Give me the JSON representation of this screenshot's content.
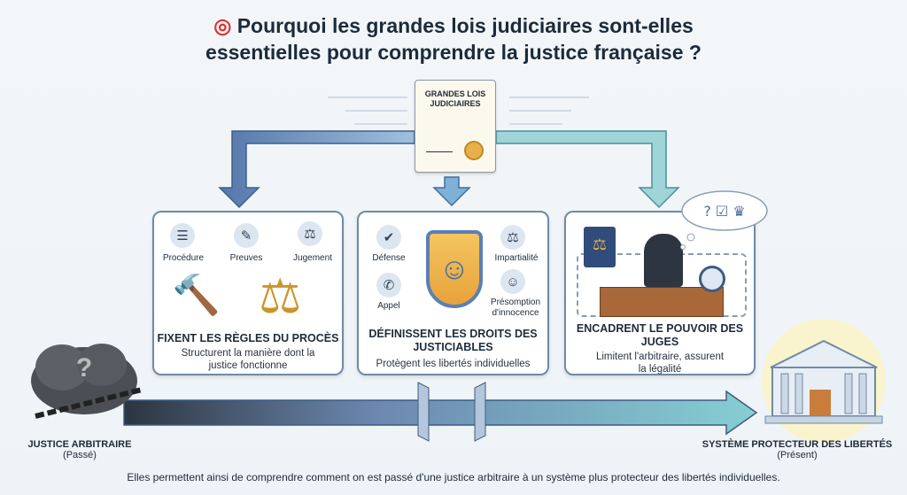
{
  "title": {
    "icon": "target-icon",
    "line1": "Pourquoi les grandes lois judiciaires sont-elles",
    "line2": "essentielles pour comprendre la justice française ?"
  },
  "document": {
    "title": "GRANDES LOIS JUDICIAIRES"
  },
  "cards": [
    {
      "heading": "FIXENT LES RÈGLES DU PROCÈS",
      "sub": "Structurent la manière dont la justice fonctionne",
      "labels": [
        "Procédure",
        "Preuves",
        "Jugement"
      ]
    },
    {
      "heading": "DÉFINISSENT LES DROITS DES JUSTICIABLES",
      "sub": "Protègent les libertés individuelles",
      "labels": [
        "Défense",
        "Impartialité",
        "Appel",
        "Présomption d'innocence"
      ]
    },
    {
      "heading": "ENCADRENT LE POUVOIR DES JUGES",
      "sub": "Limitent l'arbitraire, assurent la légalité"
    }
  ],
  "timeline": {
    "start": {
      "label": "JUSTICE ARBITRAIRE",
      "sub": "(Passé)"
    },
    "end": {
      "label": "SYSTÈME PROTECTEUR DES LIBERTÉS",
      "sub": "(Présent)"
    }
  },
  "footer": "Elles permettent ainsi de comprendre comment on est passé d'une justice arbitraire à un système plus protecteur des libertés individuelles.",
  "colors": {
    "arrow_left": "#5b7fb0",
    "arrow_right": "#7cc4c9",
    "card_border": "#6f8aa6",
    "gold": "#e7b04a"
  }
}
